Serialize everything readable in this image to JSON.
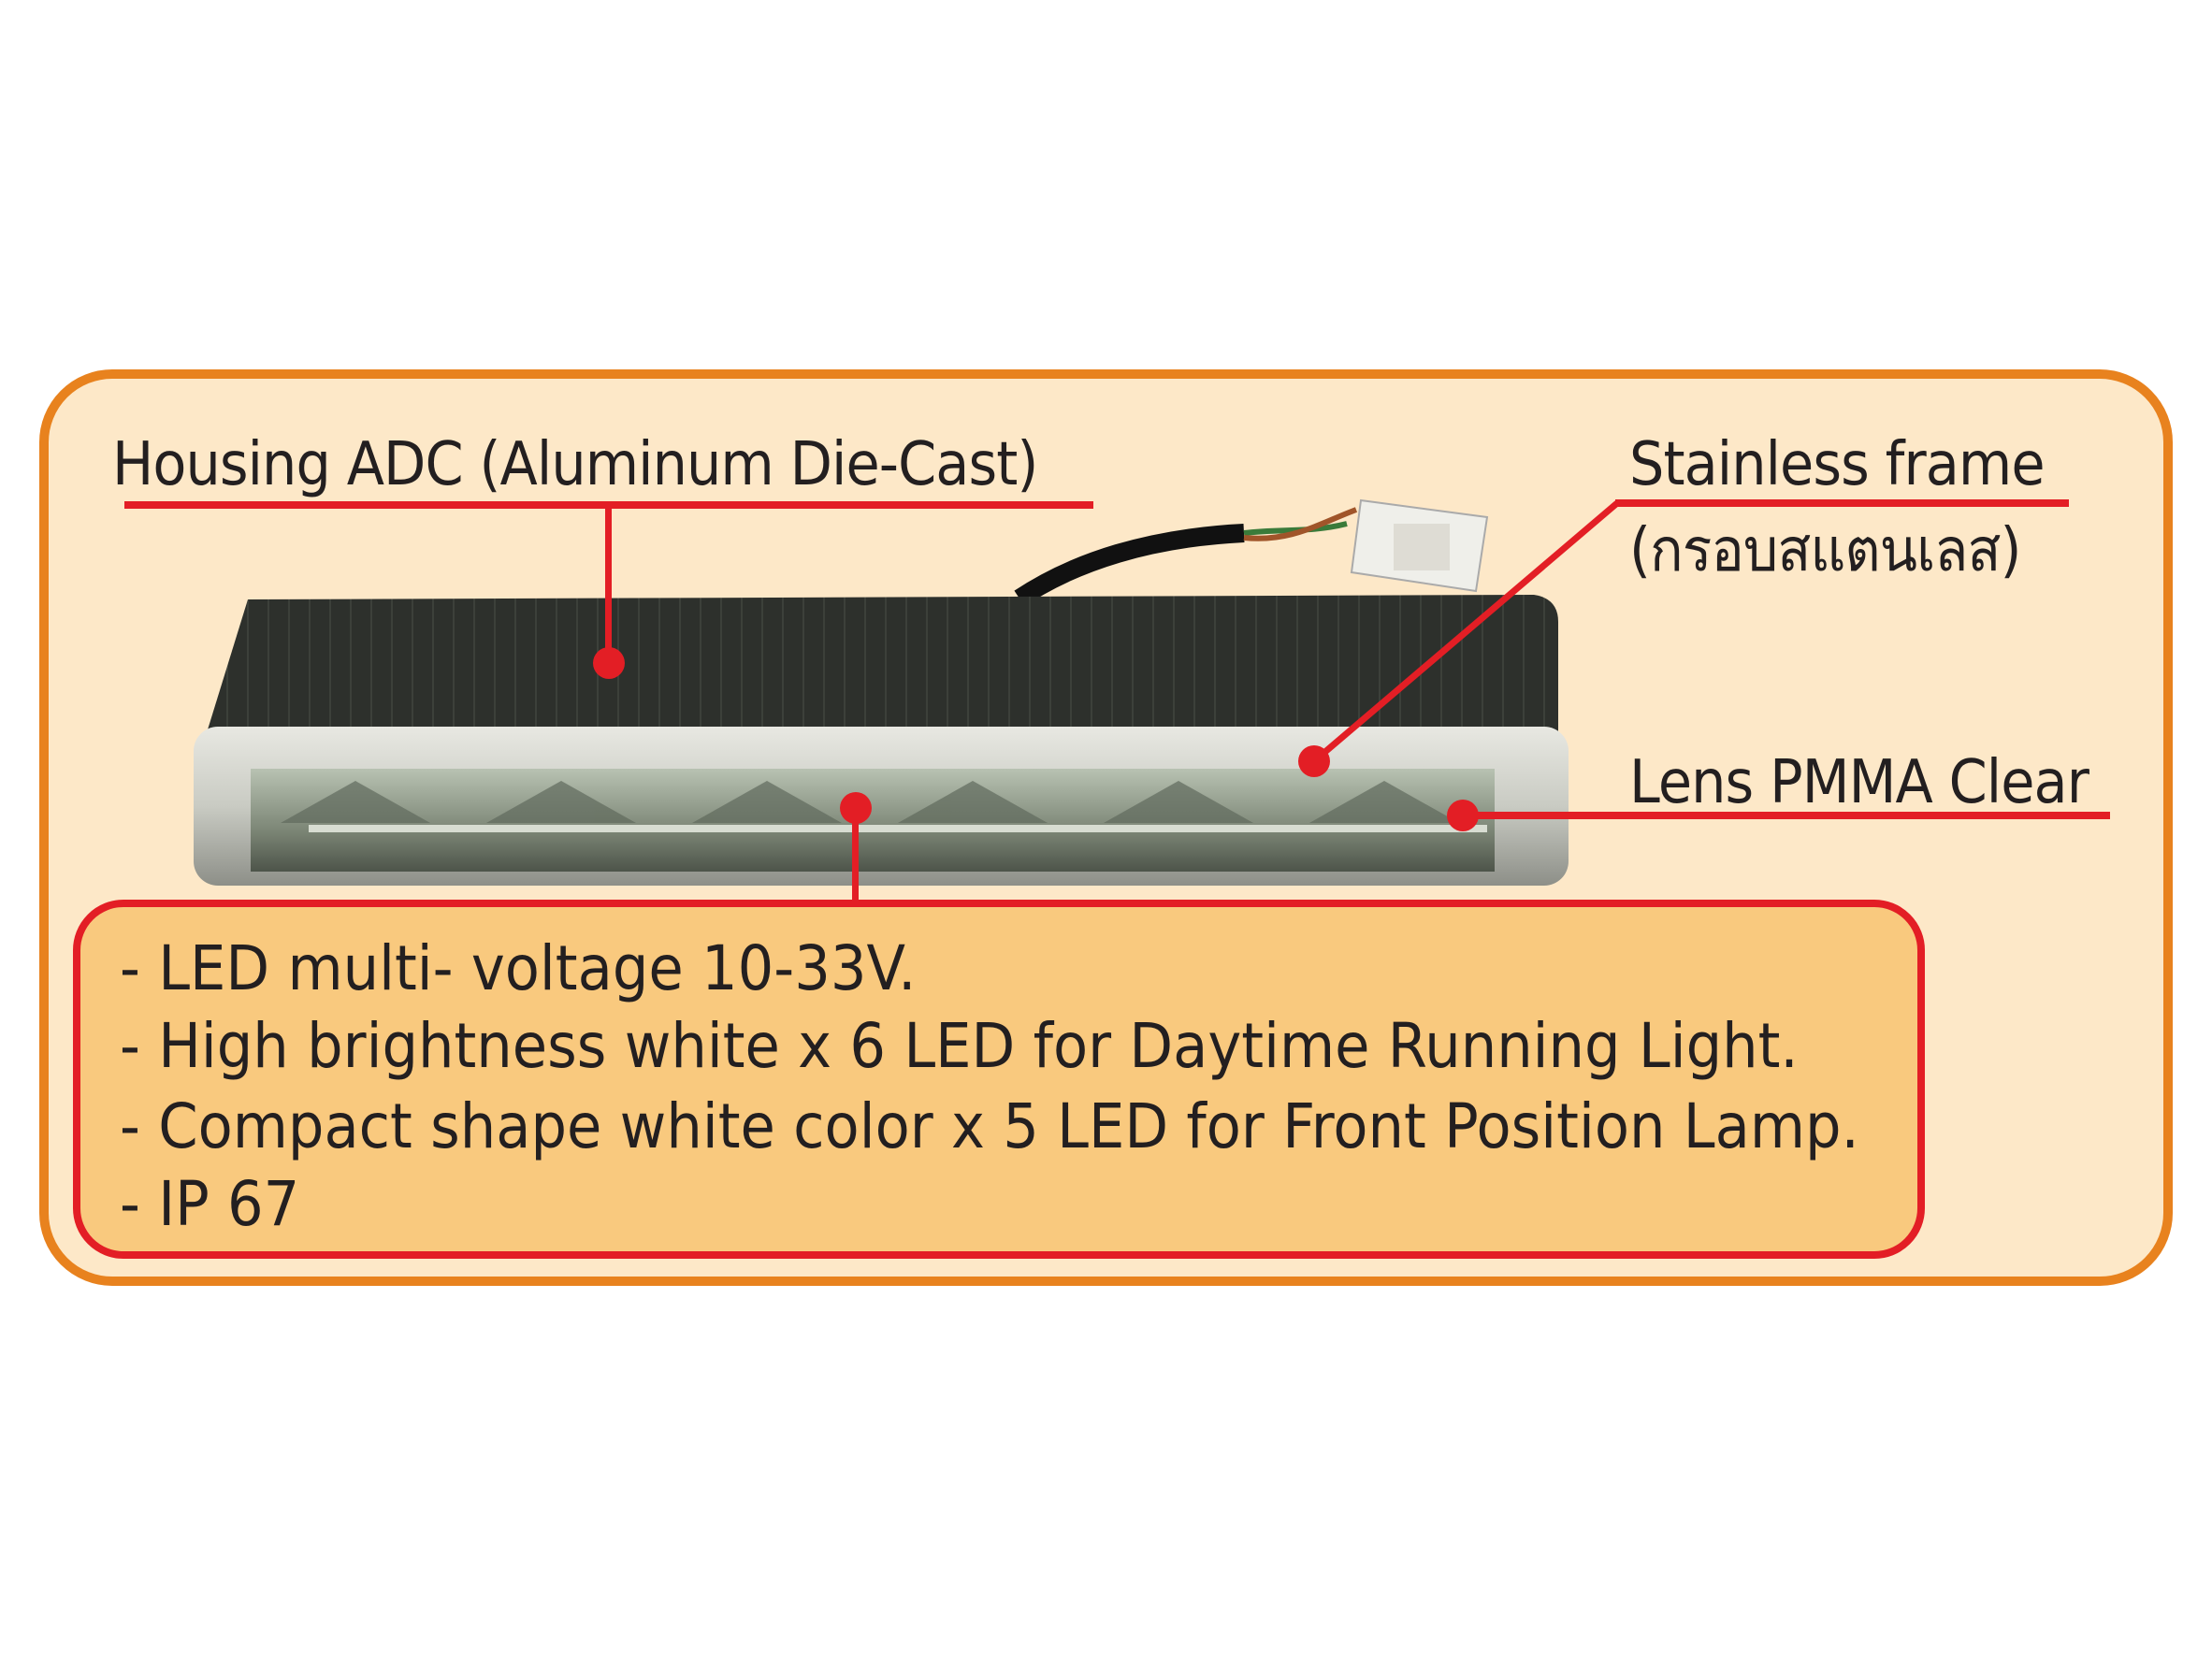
{
  "callouts": {
    "housing": "Housing ADC (Aluminum Die-Cast)",
    "frame": "Stainless frame",
    "frame_thai": "(กรอบสแตนเลส)",
    "lens": "Lens PMMA Clear"
  },
  "specs": [
    "- LED multi- voltage 10-33V.",
    "- High brightness white x 6 LED for Daytime Running Light.",
    "- Compact shape white color x 5 LED for Front Position Lamp.",
    "- IP 67"
  ],
  "colors": {
    "outer_border": "#e8821e",
    "outer_fill": "#fde8c8",
    "callout_red": "#e31e25",
    "spec_fill": "#f9c97e"
  }
}
